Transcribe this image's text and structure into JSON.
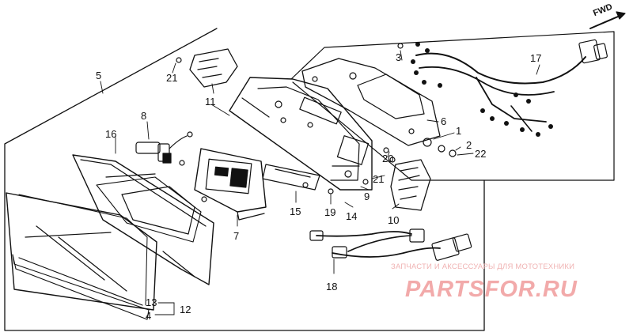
{
  "direction_marker": "FWD",
  "watermark": {
    "caption": "ЗАПЧАСТИ И АКСЕССУАРЫ ДЛЯ МОТОТЕХНИКИ",
    "brand": "PARTSFOR.RU"
  },
  "callouts": {
    "c1": "1",
    "c2": "2",
    "c3": "3",
    "c4": "4",
    "c5": "5",
    "c6": "6",
    "c7": "7",
    "c8": "8",
    "c9": "9",
    "c10": "10",
    "c11": "11",
    "c12": "12",
    "c13": "13",
    "c14": "14",
    "c15": "15",
    "c16": "16",
    "c17": "17",
    "c18": "18",
    "c19": "19",
    "c20": "20",
    "c21a": "21",
    "c21b": "21",
    "c22": "22"
  },
  "colors": {
    "ink": "#111111",
    "watermark": "#f2aaaa"
  }
}
